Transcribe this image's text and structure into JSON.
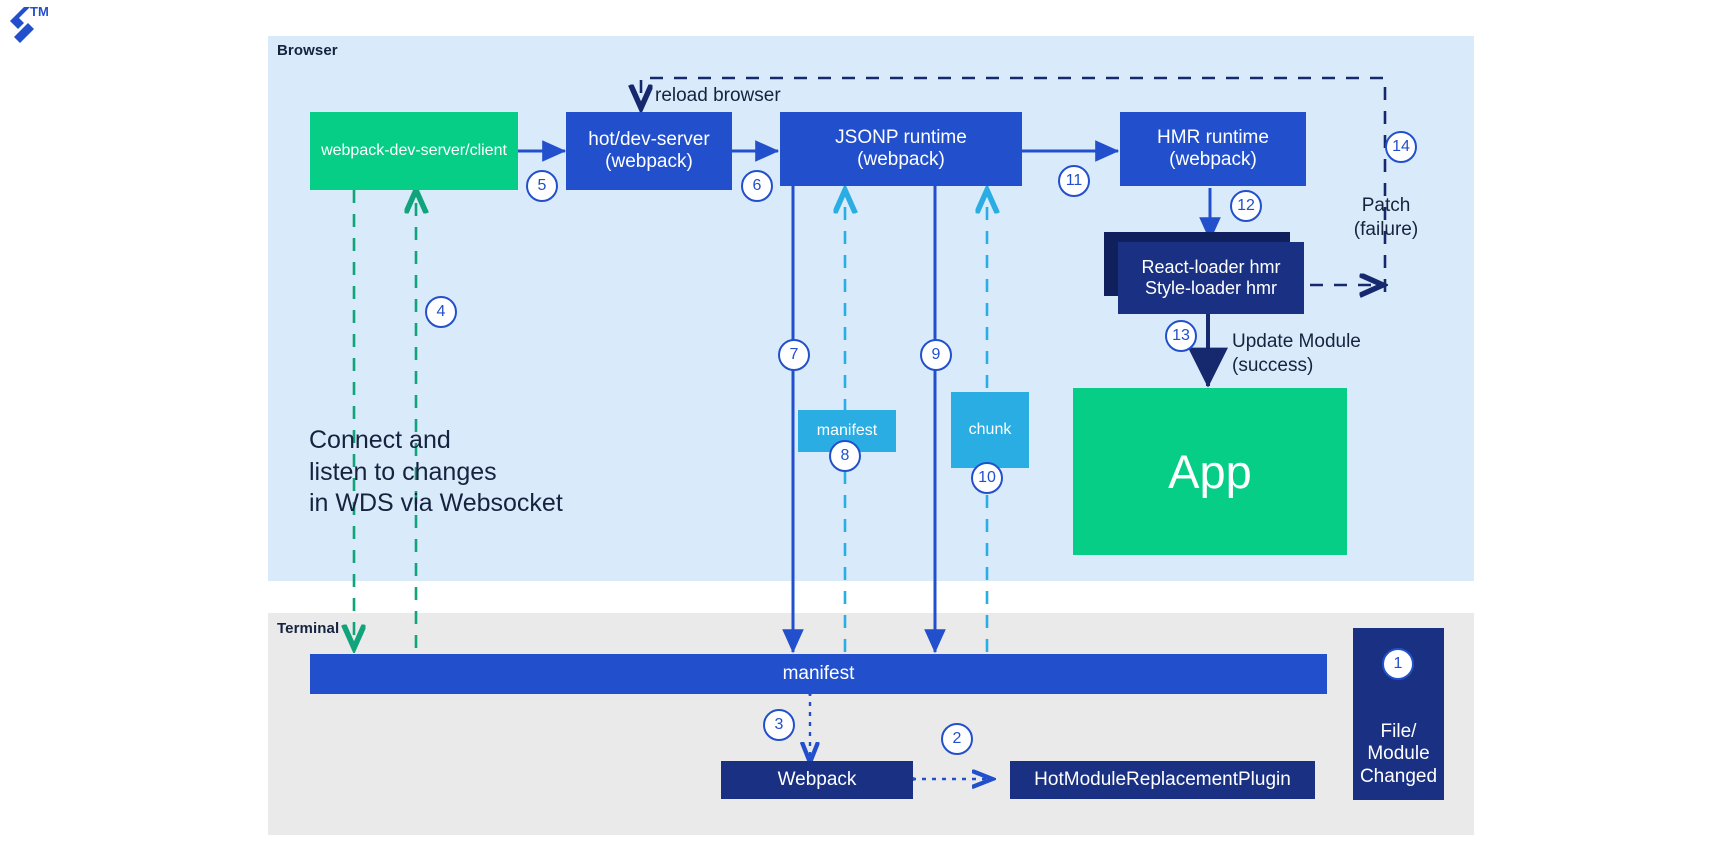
{
  "logo": {
    "trademark": "TM",
    "alt": "brand-logo"
  },
  "panels": {
    "browser": {
      "label": "Browser",
      "bg": "#d9eafb"
    },
    "terminal": {
      "label": "Terminal",
      "bg": "#eaeaea"
    }
  },
  "colors": {
    "green": "#06ce87",
    "blue": "#2250cc",
    "navy": "#1a3183",
    "light_blue": "#2aade3",
    "text_dark": "#16233f",
    "panel_browser": "#d9eafb",
    "panel_terminal": "#eaeaea"
  },
  "nodes": {
    "wds_client": {
      "label": "webpack-dev-server/client",
      "color": "green"
    },
    "hot_dev_server": {
      "line1": "hot/dev-server",
      "line2": "(webpack)",
      "color": "blue"
    },
    "jsonp_runtime": {
      "line1": "JSONP runtime",
      "line2": "(webpack)",
      "color": "blue"
    },
    "hmr_runtime": {
      "line1": "HMR runtime",
      "line2": "(webpack)",
      "color": "blue"
    },
    "loader_hmr": {
      "line1": "React-loader hmr",
      "line2": "Style-loader hmr",
      "color": "navy"
    },
    "app": {
      "label": "App",
      "color": "green"
    },
    "manifest_chip": {
      "label": "manifest",
      "color": "light_blue"
    },
    "chunk_chip": {
      "label": "chunk",
      "color": "light_blue"
    },
    "manifest_bar": {
      "label": "manifest",
      "color": "blue"
    },
    "webpack": {
      "label": "Webpack",
      "color": "navy"
    },
    "hmr_plugin": {
      "label": "HotModuleReplacementPlugin",
      "color": "navy"
    },
    "file_changed": {
      "line1": "File/",
      "line2": "Module",
      "line3": "Changed",
      "color": "navy"
    }
  },
  "labels": {
    "reload_browser": "reload browser",
    "connect_note": [
      "Connect and",
      "listen to changes",
      "in WDS via Websocket"
    ],
    "patch_failure": [
      "Patch",
      "(failure)"
    ],
    "update_module": [
      "Update Module",
      "(success)"
    ]
  },
  "steps": [
    {
      "n": "1",
      "at": "file-changed"
    },
    {
      "n": "2",
      "at": "webpack-to-hmrplugin"
    },
    {
      "n": "3",
      "at": "webpack-to-manifest"
    },
    {
      "n": "4",
      "at": "wds-client-listen"
    },
    {
      "n": "5",
      "at": "wds-client-to-hot-dev-server"
    },
    {
      "n": "6",
      "at": "hot-dev-server-to-jsonp"
    },
    {
      "n": "7",
      "at": "jsonp-request-manifest"
    },
    {
      "n": "8",
      "at": "manifest-response"
    },
    {
      "n": "9",
      "at": "jsonp-request-chunk"
    },
    {
      "n": "10",
      "at": "chunk-response"
    },
    {
      "n": "11",
      "at": "jsonp-to-hmr-runtime"
    },
    {
      "n": "12",
      "at": "hmr-runtime-to-loader"
    },
    {
      "n": "13",
      "at": "loader-to-app"
    },
    {
      "n": "14",
      "at": "patch-failure-reload"
    }
  ]
}
